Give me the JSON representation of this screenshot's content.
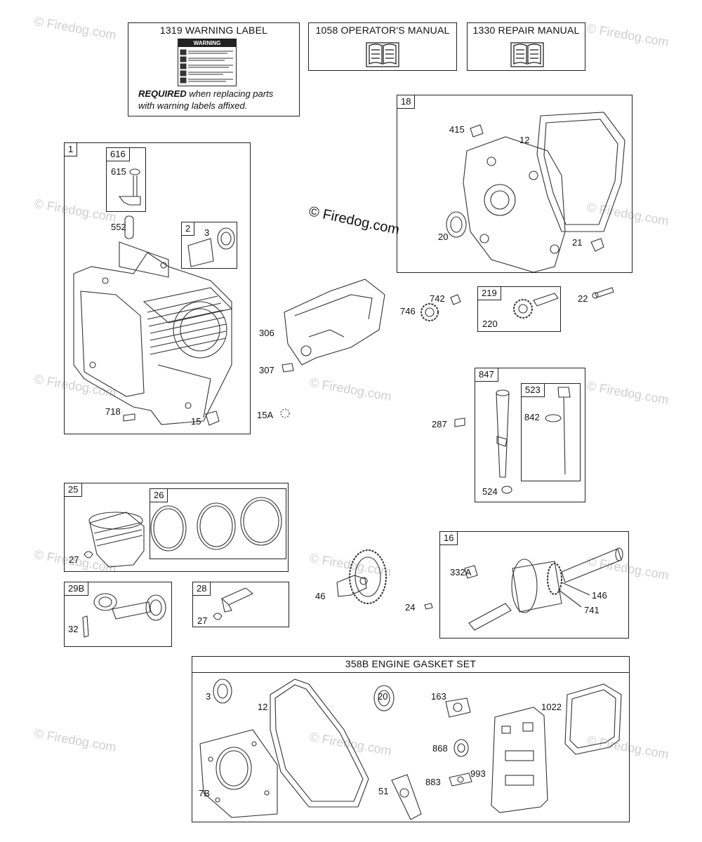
{
  "top_boxes": {
    "warning": {
      "title": "1319 WARNING LABEL",
      "sticker_heading": "WARNING",
      "required_bold": "REQUIRED",
      "required_rest": " when replacing parts",
      "required_line2": "with warning labels affixed."
    },
    "operators_manual": {
      "title": "1058 OPERATOR'S MANUAL"
    },
    "repair_manual": {
      "title": "1330 REPAIR MANUAL"
    }
  },
  "groups": {
    "g1": {
      "tag": "1",
      "sub616": "616",
      "sub2": "2"
    },
    "g18": {
      "tag": "18"
    },
    "g219": {
      "tag": "219"
    },
    "g847": {
      "tag": "847",
      "sub523": "523"
    },
    "g25": {
      "tag": "25",
      "sub26": "26"
    },
    "g29b": {
      "tag": "29B"
    },
    "g28": {
      "tag": "28"
    },
    "g16": {
      "tag": "16"
    },
    "gasket": {
      "title": "358B ENGINE GASKET SET"
    }
  },
  "parts": {
    "p615": "615",
    "p552": "552",
    "p3a": "3",
    "p718": "718",
    "p15": "15",
    "p15a": "15A",
    "p306": "306",
    "p307": "307",
    "p415": "415",
    "p12a": "12",
    "p20a": "20",
    "p21": "21",
    "p742": "742",
    "p746": "746",
    "p220": "220",
    "p22": "22",
    "p287": "287",
    "p842": "842",
    "p524": "524",
    "p27a": "27",
    "p32": "32",
    "p27b": "27",
    "p46": "46",
    "p24": "24",
    "p332a": "332A",
    "p146": "146",
    "p741": "741",
    "p3b": "3",
    "p12b": "12",
    "p7b": "7B",
    "p20b": "20",
    "p163": "163",
    "p1022": "1022",
    "p868": "868",
    "p883": "883",
    "p993": "993",
    "p51": "51"
  },
  "watermarks": {
    "small": "© Firedog.com",
    "center": "© Firedog.com"
  }
}
